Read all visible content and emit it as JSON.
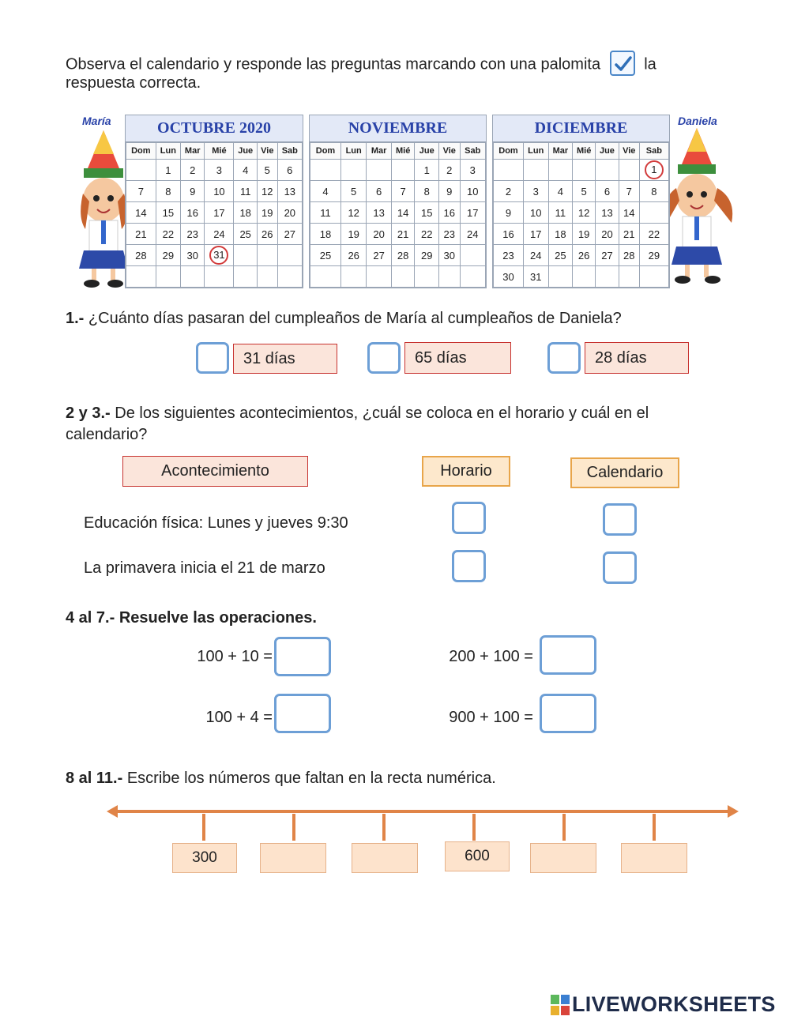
{
  "instructions": {
    "line1": "Observa el calendario y responde las preguntas marcando con una palomita",
    "line1_end": "la",
    "line2": "respuesta correcta."
  },
  "characters": {
    "left": "María",
    "right": "Daniela"
  },
  "calendars": [
    {
      "title": "OCTUBRE 2020",
      "days": [
        "Dom",
        "Lun",
        "Mar",
        "Mié",
        "Jue",
        "Vie",
        "Sab"
      ],
      "weeks": [
        [
          "",
          "1",
          "2",
          "3",
          "4",
          "5",
          "6"
        ],
        [
          "7",
          "8",
          "9",
          "10",
          "11",
          "12",
          "13"
        ],
        [
          "14",
          "15",
          "16",
          "17",
          "18",
          "19",
          "20"
        ],
        [
          "21",
          "22",
          "23",
          "24",
          "25",
          "26",
          "27"
        ],
        [
          "28",
          "29",
          "30",
          "31",
          "",
          "",
          ""
        ],
        [
          "",
          "",
          "",
          "",
          "",
          "",
          ""
        ]
      ],
      "circled": "31"
    },
    {
      "title": "NOVIEMBRE",
      "days": [
        "Dom",
        "Lun",
        "Mar",
        "Mié",
        "Jue",
        "Vie",
        "Sab"
      ],
      "weeks": [
        [
          "",
          "",
          "",
          "",
          "1",
          "2",
          "3"
        ],
        [
          "4",
          "5",
          "6",
          "7",
          "8",
          "9",
          "10"
        ],
        [
          "11",
          "12",
          "13",
          "14",
          "15",
          "16",
          "17"
        ],
        [
          "18",
          "19",
          "20",
          "21",
          "22",
          "23",
          "24"
        ],
        [
          "25",
          "26",
          "27",
          "28",
          "29",
          "30",
          ""
        ],
        [
          "",
          "",
          "",
          "",
          "",
          "",
          ""
        ]
      ],
      "circled": ""
    },
    {
      "title": "DICIEMBRE",
      "days": [
        "Dom",
        "Lun",
        "Mar",
        "Mié",
        "Jue",
        "Vie",
        "Sab"
      ],
      "weeks": [
        [
          "",
          "",
          "",
          "",
          "",
          "",
          "1"
        ],
        [
          "2",
          "3",
          "4",
          "5",
          "6",
          "7",
          "8"
        ],
        [
          "9",
          "10",
          "11",
          "12",
          "13",
          "14",
          ""
        ],
        [
          "16",
          "17",
          "18",
          "19",
          "20",
          "21",
          "22"
        ],
        [
          "23",
          "24",
          "25",
          "26",
          "27",
          "28",
          "29"
        ],
        [
          "30",
          "31",
          "",
          "",
          "",
          "",
          ""
        ]
      ],
      "circled": "1"
    }
  ],
  "q1": {
    "number": "1.-",
    "text": "¿Cuánto días pasaran del cumpleaños de María al cumpleaños de Daniela?",
    "options": [
      "31 días",
      "65 días",
      "28 días"
    ]
  },
  "q2": {
    "number": "2 y 3.-",
    "text": "De los siguientes acontecimientos, ¿cuál se coloca en el horario y cuál en el",
    "text2": "calendario?",
    "headers": {
      "event": "Acontecimiento",
      "schedule": "Horario",
      "calendar": "Calendario"
    },
    "events": [
      "Educación física: Lunes y jueves 9:30",
      "La primavera inicia el 21 de marzo"
    ]
  },
  "q4": {
    "title": "4 al 7.- Resuelve las operaciones.",
    "ops": [
      "100 + 10 =",
      "200 + 100 =",
      "100 + 4 =",
      "900 + 100 ="
    ]
  },
  "q8": {
    "number": "8 al 11.-",
    "text": "Escribe los números que faltan en la recta numérica.",
    "boxes": [
      "300",
      "",
      "",
      "600",
      "",
      ""
    ]
  },
  "footer": {
    "brand": "LIVEWORKSHEETS"
  },
  "colors": {
    "checkbox_border": "#6d9fd6",
    "option_fill": "#fbe5db",
    "option_border": "#c7322f",
    "number_line": "#e08447",
    "calendar_title": "#2942a8"
  }
}
